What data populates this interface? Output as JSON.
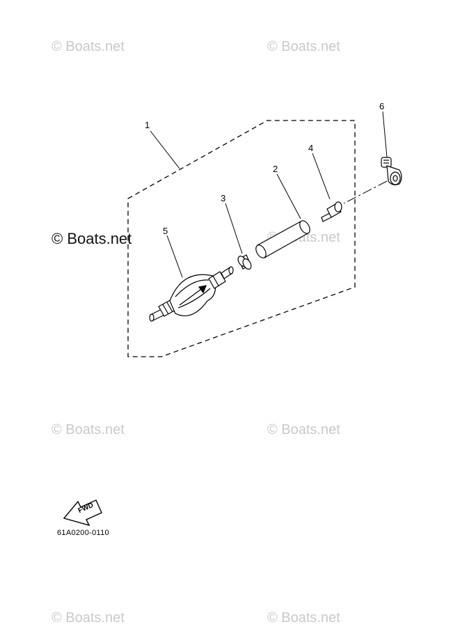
{
  "watermark": "© Boats.net",
  "callouts": [
    "1",
    "2",
    "3",
    "4",
    "5",
    "6"
  ],
  "fwd_label": "FWD",
  "diagram_code": "61A0200-0110"
}
